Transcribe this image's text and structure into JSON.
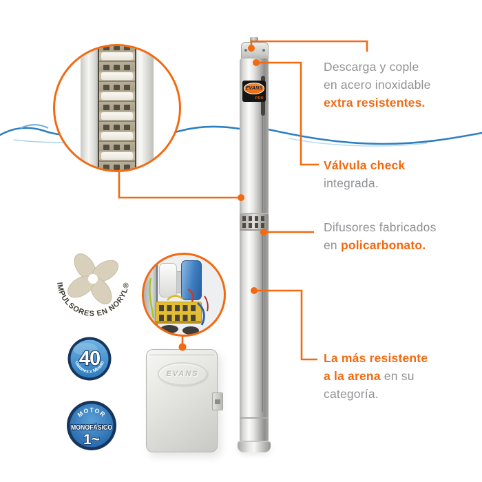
{
  "colors": {
    "accent_orange": "#F2690F",
    "text_gray": "#8F9194",
    "badge_navy": "#16365E",
    "badge_blue": "#2E7BBE",
    "impeller_beige": "#D8D0BB",
    "water_blue": "#2E7FC2"
  },
  "callouts": {
    "discharge": {
      "line1": "Descarga y cople",
      "line2": "en acero inoxidable",
      "line3": "extra resistentes."
    },
    "check_valve": {
      "line1": "Válvula check",
      "line2": "integrada."
    },
    "diffusers": {
      "line1": "Difusores fabricados",
      "line2_prefix": "en ",
      "line2_bold": "policarbonato."
    },
    "sand": {
      "line1": "La más resistente",
      "line2_bold": "a la arena",
      "line2_rest": " en su",
      "line3": "categoría."
    }
  },
  "badges": {
    "impellers": {
      "label": "IMPULSORES EN NORYL®"
    },
    "flow": {
      "value": "40",
      "label": "Galones x Minuto"
    },
    "motor": {
      "line1": "MOTOR",
      "line2": "MONOFÁSICO",
      "line3": "1~"
    }
  },
  "pump": {
    "brand": "EVANS",
    "series": "PRO"
  },
  "control_box": {
    "brand": "EVANS"
  }
}
